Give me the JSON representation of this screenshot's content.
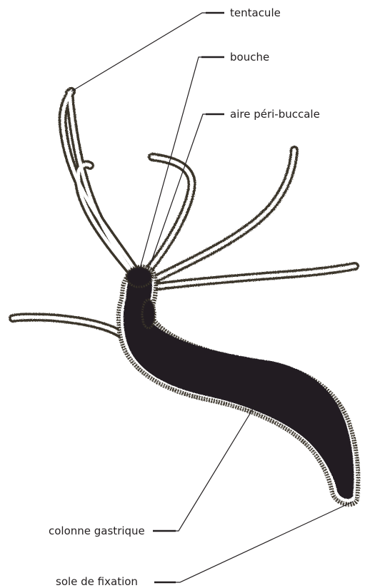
{
  "diagram": {
    "subject": "hydra",
    "colors": {
      "ink": "#231f20",
      "body_fill": "#231f20",
      "outline_stipple": "#3a342c",
      "leader_line": "#231f20",
      "background": "#ffffff"
    },
    "labels": {
      "tentacule": "tentacule",
      "bouche": "bouche",
      "aire_peri_buccale": "aire péri-buccale",
      "colonne_gastrique": "colonne gastrique",
      "sole_de_fixation": "sole de fixation"
    }
  }
}
